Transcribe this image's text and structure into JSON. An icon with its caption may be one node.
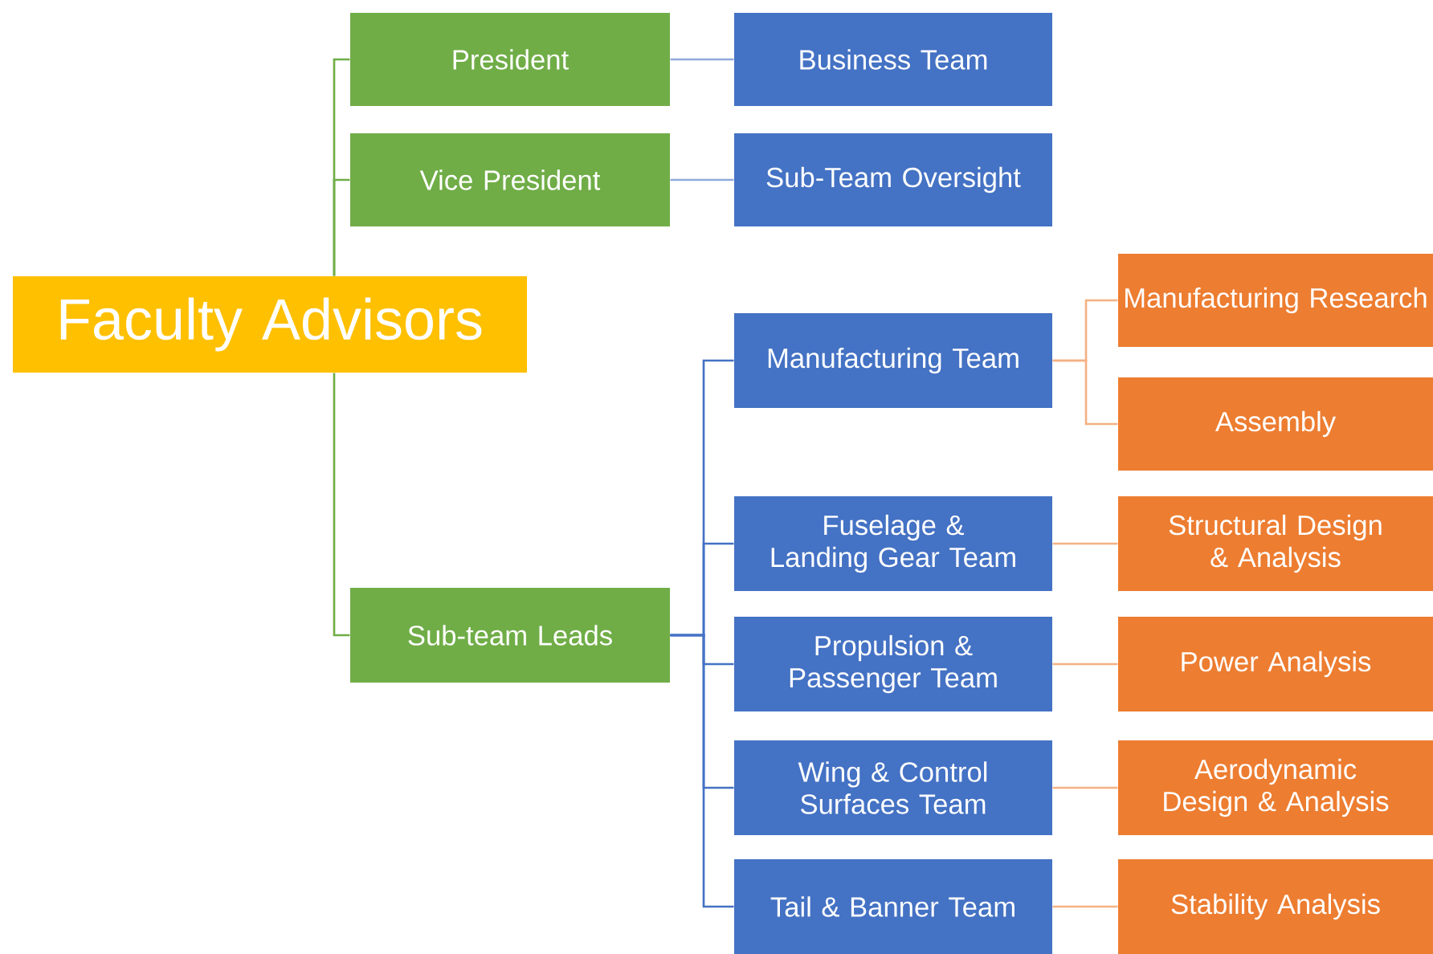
{
  "diagram": {
    "nodes": [
      {
        "text": [
          "Faculty Advisors"
        ]
      },
      {
        "text": [
          "President"
        ]
      },
      {
        "text": [
          "Vice President"
        ]
      },
      {
        "text": [
          "Sub-team Leads"
        ]
      },
      {
        "text": [
          "Business Team"
        ]
      },
      {
        "text": [
          "Sub-Team Oversight"
        ]
      },
      {
        "text": [
          "Manufacturing Team"
        ]
      },
      {
        "text": [
          "Manufacturing Research"
        ]
      },
      {
        "text": [
          "Assembly"
        ]
      },
      {
        "text": [
          "Fuselage & Landing Gear Team"
        ]
      },
      {
        "text": [
          "Structural Design & Analysis"
        ]
      },
      {
        "text": [
          "Propulsion & Passenger Team"
        ]
      },
      {
        "text": [
          "Power Analysis"
        ]
      },
      {
        "text": [
          "Wing & Control Surfaces Team"
        ]
      },
      {
        "text": [
          "Aerodynamic Design & Analysis"
        ]
      },
      {
        "text": [
          "Tail & Banner Team"
        ]
      },
      {
        "text": [
          "Stability Analysis"
        ]
      }
    ],
    "edges": [
      {
        "from": 0,
        "to": 1,
        "arrow": "none",
        "color": "#70ad47"
      },
      {
        "from": 0,
        "to": 2,
        "arrow": "none",
        "color": "#70ad47"
      },
      {
        "from": 0,
        "to": 3,
        "arrow": "none",
        "color": "#70ad47"
      },
      {
        "from": 1,
        "to": 4,
        "arrow": "none",
        "color": "#8faadc"
      },
      {
        "from": 2,
        "to": 5,
        "arrow": "none",
        "color": "#8faadc"
      },
      {
        "from": 3,
        "to": 6,
        "arrow": "none",
        "color": "#4472c4"
      },
      {
        "from": 3,
        "to": 9,
        "arrow": "none",
        "color": "#4472c4"
      },
      {
        "from": 3,
        "to": 11,
        "arrow": "none",
        "color": "#4472c4"
      },
      {
        "from": 3,
        "to": 13,
        "arrow": "none",
        "color": "#4472c4"
      },
      {
        "from": 3,
        "to": 15,
        "arrow": "none",
        "color": "#4472c4"
      },
      {
        "from": 6,
        "to": 7,
        "arrow": "none",
        "color": "#f4b183"
      },
      {
        "from": 6,
        "to": 8,
        "arrow": "none",
        "color": "#f4b183"
      },
      {
        "from": 9,
        "to": 10,
        "arrow": "none",
        "color": "#f4b183"
      },
      {
        "from": 11,
        "to": 12,
        "arrow": "none",
        "color": "#f4b183"
      },
      {
        "from": 13,
        "to": 14,
        "arrow": "none",
        "color": "#f4b183"
      },
      {
        "from": 15,
        "to": 16,
        "arrow": "none",
        "color": "#f4b183"
      }
    ]
  }
}
